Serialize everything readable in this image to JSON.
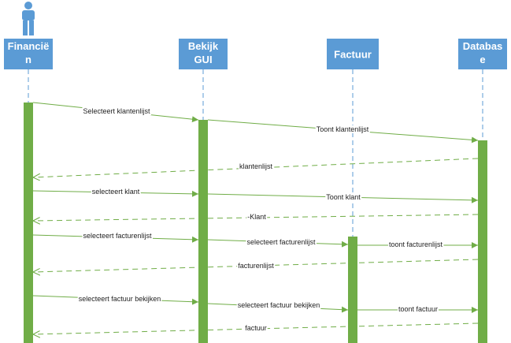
{
  "colors": {
    "header_fill": "#5b9bd5",
    "header_text": "#ffffff",
    "lifeline": "#5b9bd5",
    "activation": "#70ad47",
    "message": "#70ad47",
    "label": "#1f1f1f",
    "actor": "#5b9bd5"
  },
  "participants": [
    {
      "id": "financien",
      "lines": [
        "Financië",
        "n"
      ],
      "actor_icon": "person-icon"
    },
    {
      "id": "bekijk-gui",
      "lines": [
        "Bekijk",
        "GUI"
      ]
    },
    {
      "id": "factuur",
      "lines": [
        "Factuur"
      ]
    },
    {
      "id": "database",
      "lines": [
        "Databas",
        "e"
      ]
    }
  ],
  "messages": [
    {
      "from": "financien",
      "to": "bekijk-gui",
      "label": "Selecteert klantenlijst",
      "type": "sync"
    },
    {
      "from": "bekijk-gui",
      "to": "database",
      "label": "Toont klantenlijst",
      "type": "sync"
    },
    {
      "from": "database",
      "to": "financien",
      "label": "klantenlijst",
      "type": "return"
    },
    {
      "from": "financien",
      "to": "bekijk-gui",
      "label": "selecteert klant",
      "type": "sync"
    },
    {
      "from": "bekijk-gui",
      "to": "database",
      "label": "Toont klant",
      "type": "sync"
    },
    {
      "from": "database",
      "to": "financien",
      "label": "-Klant",
      "type": "return"
    },
    {
      "from": "financien",
      "to": "bekijk-gui",
      "label": "selecteert facturenlijst",
      "type": "sync"
    },
    {
      "from": "bekijk-gui",
      "to": "factuur",
      "label": "selecteert facturenlijst",
      "type": "sync"
    },
    {
      "from": "factuur",
      "to": "database",
      "label": "toont facturenlijst",
      "type": "sync"
    },
    {
      "from": "database",
      "to": "financien",
      "label": "facturenlijst",
      "type": "return"
    },
    {
      "from": "financien",
      "to": "bekijk-gui",
      "label": "selecteert factuur bekijken",
      "type": "sync"
    },
    {
      "from": "bekijk-gui",
      "to": "factuur",
      "label": "selecteert factuur bekijken",
      "type": "sync"
    },
    {
      "from": "factuur",
      "to": "database",
      "label": "toont factuur",
      "type": "sync"
    },
    {
      "from": "database",
      "to": "financien",
      "label": "factuur",
      "type": "return"
    }
  ]
}
